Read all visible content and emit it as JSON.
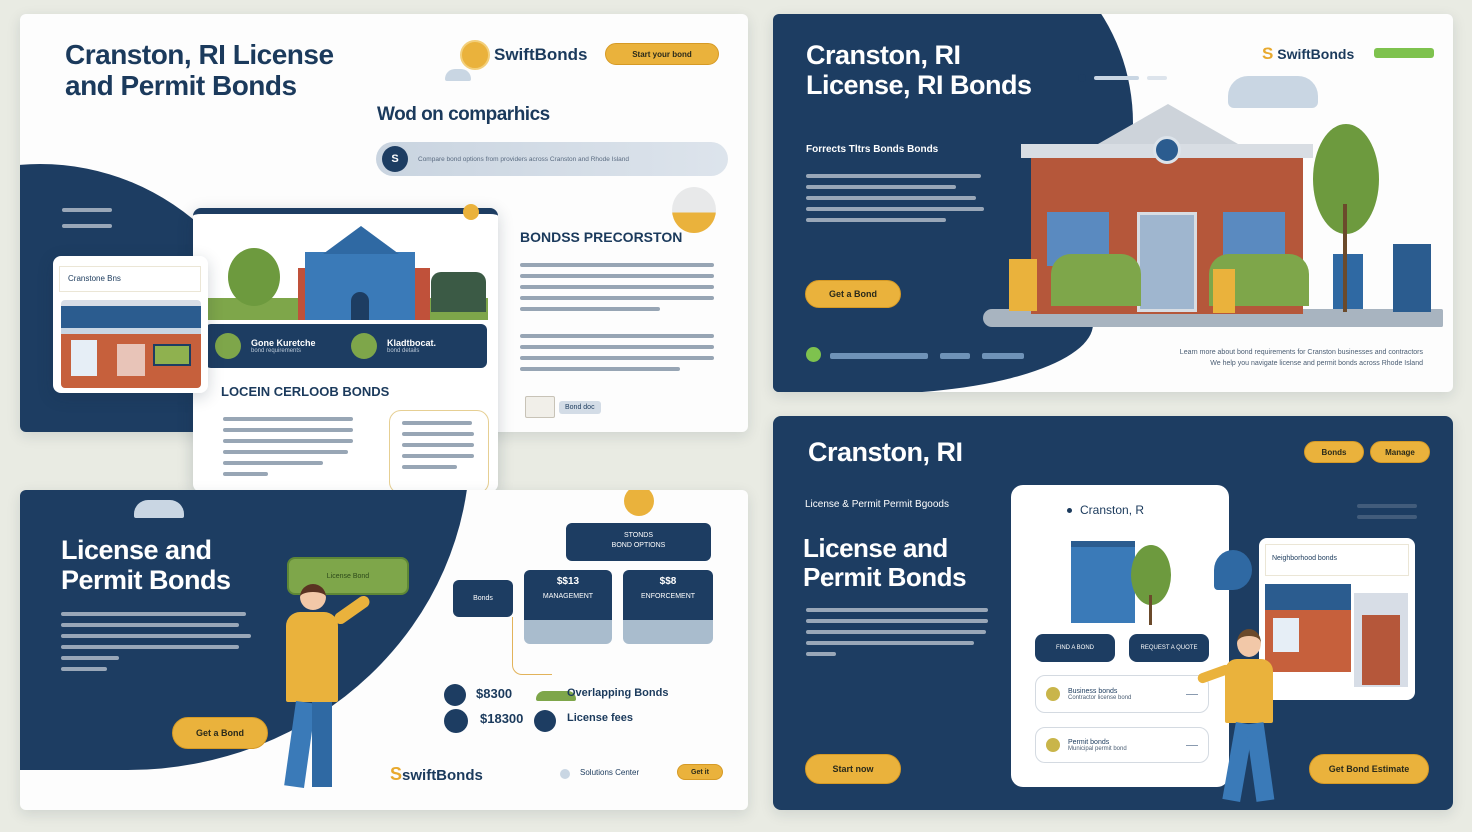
{
  "panel_tl": {
    "title_line1": "Cranston, RI License",
    "title_line2": "and Permit Bonds",
    "logo_text": "SwiftBonds",
    "header_button": "Start your bond",
    "section_heading": "Wod on comparhics",
    "search_bar_icon": "S",
    "search_bar_text": "Compare bond options from providers across Cranston and Rhode Island",
    "card_main": {
      "banner_item1_title": "Gone Kuretche",
      "banner_item1_sub": "bond requirements",
      "banner_item2_title": "Kladtbocat.",
      "banner_item2_sub": "bond details",
      "heading": "LOCEIN CERLOOB BONDS",
      "body_lines": 6,
      "side_note_lines": 5
    },
    "side_card_label": "Cranstone Bns",
    "right_heading": "BONDSS PRECORSTON",
    "right_para1_lines": 5,
    "right_para2_lines": 4,
    "doc_tag": "Bond doc"
  },
  "panel_bl": {
    "title_line1": "License and",
    "title_line2": "Permit Bonds",
    "body_lines": 6,
    "cta_button": "Get a Bond",
    "sign_text": "License Bond",
    "flow_top_line1": "STONDS",
    "flow_top_line2": "BOND OPTIONS",
    "flow_left_label": "Bonds",
    "flow_card1_price": "$$13",
    "flow_card1_label": "MANAGEMENT",
    "flow_card2_price": "$$8",
    "flow_card2_label": "ENFORCEMENT",
    "price1": "$8300",
    "price2": "$18300",
    "feature1": "Overlapping Bonds",
    "feature2": "License fees",
    "footer_logo": "swiftBonds",
    "footer_link": "Solutions Center",
    "footer_badge": "Get it"
  },
  "panel_tr": {
    "title_line1": "Cranston, RI",
    "title_line2": "License, RI Bonds",
    "logo_text": "SwiftBonds",
    "subtitle": "Forrects Tltrs Bonds Bonds",
    "body_lines": 5,
    "cta_button": "Get a Bond",
    "footer_caption_line1": "Learn more about bond requirements for Cranston businesses and contractors",
    "footer_caption_line2": "We help you navigate license and permit bonds across Rhode Island"
  },
  "panel_br": {
    "title": "Cranston, RI",
    "tag1": "Bonds",
    "tag2": "Manage",
    "subtitle": "License & Permit Permit Bgoods",
    "heading_line1": "License and",
    "heading_line2": "Permit Bonds",
    "body_lines": 5,
    "card_location": "Cranston, R",
    "card_btn1": "FIND A BOND",
    "card_btn2": "REQUEST A QUOTE",
    "list1_title": "Business bonds",
    "list1_sub": "Contractor license bond",
    "list2_title": "Permit bonds",
    "list2_sub": "Municipal permit bond",
    "photo_card_label": "Neighborhood bonds",
    "cta_left": "Start now",
    "cta_right": "Get Bond Estimate"
  },
  "colors": {
    "navy": "#1d3d62",
    "gold": "#eab23c",
    "green": "#7ea64a",
    "brick": "#b5573a",
    "sky": "#c9d6e3"
  }
}
